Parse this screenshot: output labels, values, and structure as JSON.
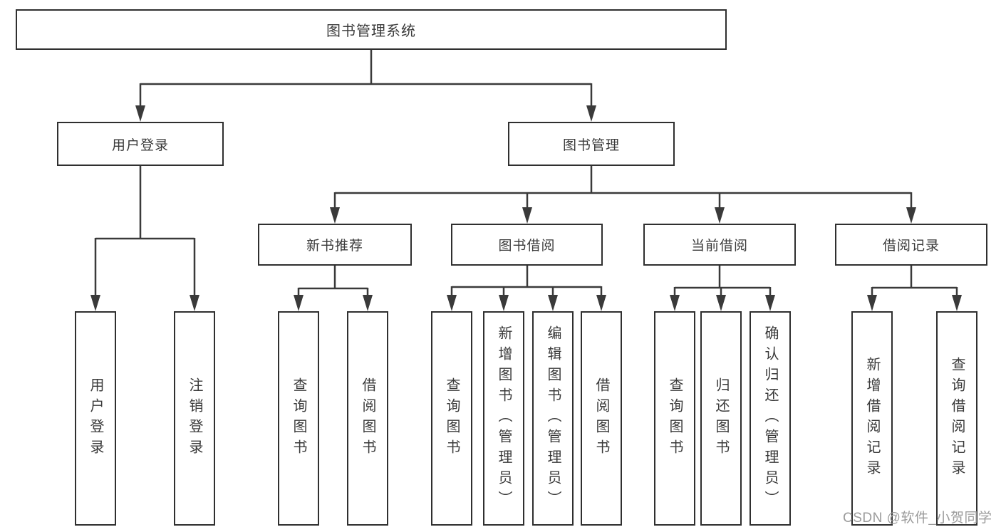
{
  "diagram": {
    "root": "图书管理系统",
    "children": [
      {
        "label": "用户登录",
        "children": [
          {
            "label": "用户登录"
          },
          {
            "label": "注销登录"
          }
        ]
      },
      {
        "label": "图书管理",
        "children": [
          {
            "label": "新书推荐",
            "children": [
              {
                "label": "查询图书"
              },
              {
                "label": "借阅图书"
              }
            ]
          },
          {
            "label": "图书借阅",
            "children": [
              {
                "label": "查询图书"
              },
              {
                "label": "新增图书（管理员）"
              },
              {
                "label": "编辑图书（管理员）"
              },
              {
                "label": "借阅图书"
              }
            ]
          },
          {
            "label": "当前借阅",
            "children": [
              {
                "label": "查询图书"
              },
              {
                "label": "归还图书"
              },
              {
                "label": "确认归还（管理员）"
              }
            ]
          },
          {
            "label": "借阅记录",
            "children": [
              {
                "label": "新增借阅记录"
              },
              {
                "label": "查询借阅记录"
              }
            ]
          }
        ]
      }
    ]
  },
  "watermark": "CSDN @软件_小贺同学",
  "colors": {
    "line": "#3a3a3a",
    "box_border": "#2f2f2f",
    "box_fill": "#ffffff",
    "text": "#3a3a3a",
    "watermark": "#9b9b9b",
    "background": "#ffffff"
  }
}
